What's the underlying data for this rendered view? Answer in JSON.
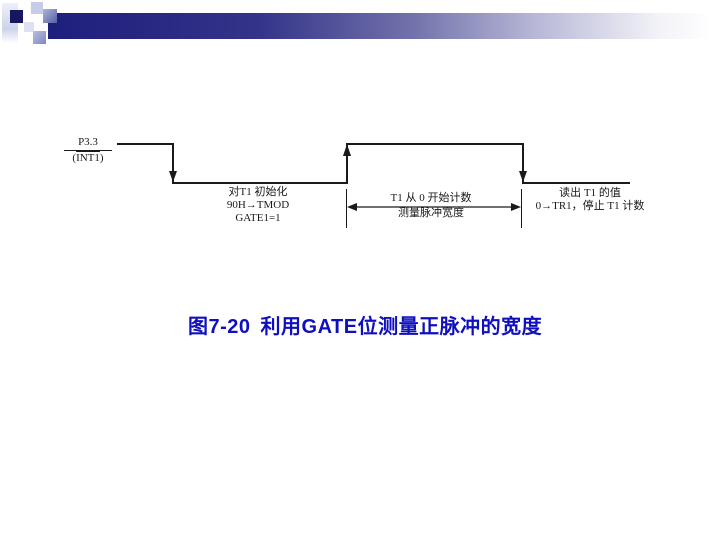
{
  "slide": {
    "background_color": "#ffffff",
    "accent_bar_color": "#1e1e7d",
    "accent_square_color": "#17175f"
  },
  "diagram": {
    "signal": {
      "pin": "P3.3",
      "paren_open": "(",
      "alt_name": "INT1",
      "paren_close": ")"
    },
    "init_block": {
      "lines": [
        "对T1 初始化",
        "90H→TMOD",
        "GATE1=1"
      ]
    },
    "count_block": {
      "lines": [
        "T1 从 0 开始计数",
        "测量脉冲宽度"
      ]
    },
    "read_block": {
      "lines": [
        "读出 T1 的值",
        "0→TR1，停止 T1 计数"
      ]
    }
  },
  "caption": {
    "number": "图7-20",
    "title": "利用GATE位测量正脉冲的宽度",
    "color": "#0f0fc0"
  }
}
